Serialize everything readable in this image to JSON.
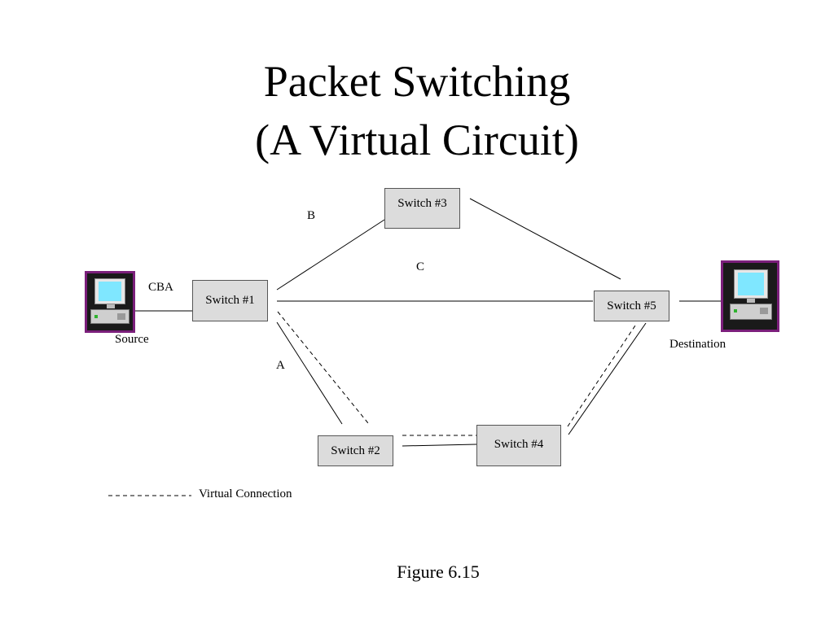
{
  "title": {
    "line1": "Packet Switching",
    "line2": "(A Virtual Circuit)"
  },
  "switches": {
    "s1": "Switch #1",
    "s2": "Switch #2",
    "s3": "Switch #3",
    "s4": "Switch #4",
    "s5": "Switch #5"
  },
  "labels": {
    "packets": "CBA",
    "a": "A",
    "b": "B",
    "c": "C",
    "source": "Source",
    "destination": "Destination"
  },
  "legend": {
    "virtual_connection": "Virtual Connection"
  },
  "figure_caption": "Figure 6.15",
  "colors": {
    "computer_border": "#7b1f7b",
    "computer_screen": "#7fe7ff",
    "switch_fill": "#dcdcdc"
  },
  "icons": {
    "source": "computer-icon",
    "destination": "computer-icon"
  }
}
